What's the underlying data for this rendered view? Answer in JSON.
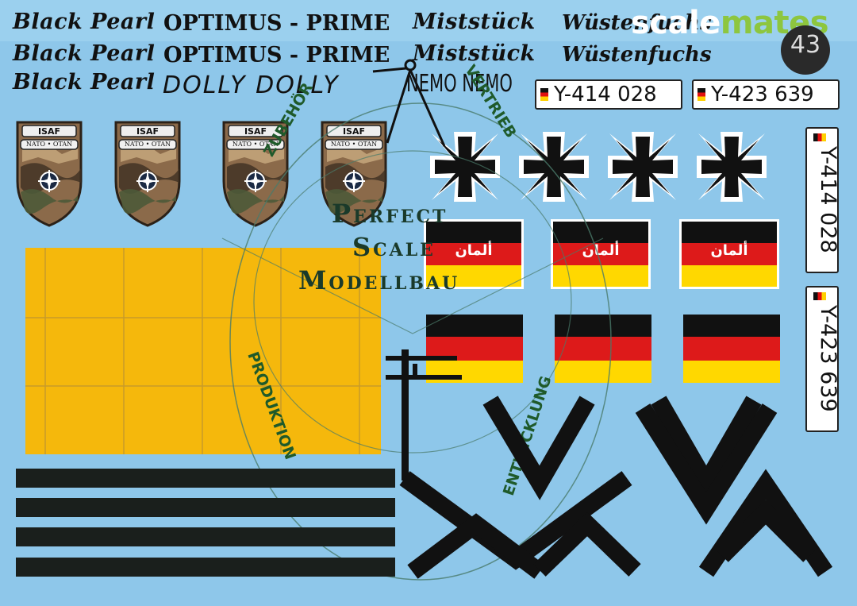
{
  "watermark": {
    "scale": "scale",
    "mates": "mates",
    "code": "43"
  },
  "names": {
    "black_pearl": [
      "Black Pearl",
      "Black Pearl",
      "Black Pearl"
    ],
    "optimus": [
      "OPTIMUS - PRIME",
      "OPTIMUS - PRIME"
    ],
    "miststueck": [
      "Miststück",
      "Miststück"
    ],
    "wuestenfuchs": [
      "Wüstenfuchs",
      "Wüstenfuchs"
    ],
    "dolly": "DOLLY DOLLY",
    "nemo": "NEMO NEMO"
  },
  "plates": {
    "horizontal": [
      "Y-414 028",
      "Y-423 639"
    ],
    "vertical": [
      "Y-414 028",
      "Y-423 639"
    ]
  },
  "badges": {
    "top": "ISAF",
    "banner": "NATO • OTAN",
    "count": 4
  },
  "seal": {
    "line1": "Perfect",
    "line2": "Scale",
    "line3": "Modellbau",
    "ring": [
      "ZUBEHÖR",
      "VERTRIEB",
      "PRODUKTION",
      "ENTWICKLUNG"
    ]
  },
  "flag_arabic": [
    "ألمان",
    "ألمان",
    "ألمان"
  ],
  "colors": {
    "sheet": "#8ec7ea",
    "black": "#111111",
    "red": "#dd1a1a",
    "gold": "#ffd800",
    "yellow_panel": "#f5b80c",
    "brand_green": "#8dc63f"
  }
}
